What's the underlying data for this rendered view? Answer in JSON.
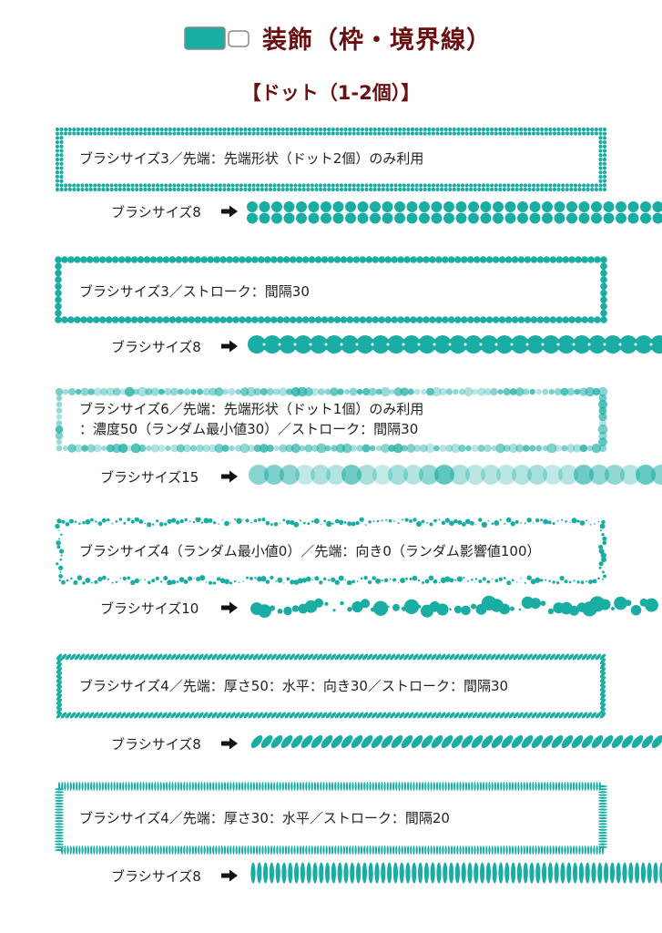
{
  "title": "装飾（枠・境界線）",
  "subtitle": "【ドット（1-2個）】",
  "colors": {
    "accent": "#1aada4",
    "title": "#6b1010"
  },
  "header_icon": "toggle-swatch-icon",
  "sections": [
    {
      "lines": [
        "ブラシサイズ3／先端：先端形状（ドット2個）のみ利用"
      ],
      "sample_label": "ブラシサイズ8"
    },
    {
      "lines": [
        "ブラシサイズ3／ストローク：間隔30"
      ],
      "sample_label": "ブラシサイズ8"
    },
    {
      "lines": [
        "ブラシサイズ6／先端：先端形状（ドット1個）のみ利用",
        "：濃度50（ランダム最小値30）／ストローク：間隔30"
      ],
      "sample_label": "ブラシサイズ15"
    },
    {
      "lines": [
        "ブラシサイズ4（ランダム最小値0）／先端：向き0（ランダム影響値100）"
      ],
      "sample_label": "ブラシサイズ10"
    },
    {
      "lines": [
        "ブラシサイズ4／先端：厚さ50：水平：向き30／ストローク：間隔30"
      ],
      "sample_label": "ブラシサイズ8"
    },
    {
      "lines": [
        "ブラシサイズ4／先端：厚さ30：水平／ストローク：間隔20"
      ],
      "sample_label": "ブラシサイズ8"
    }
  ]
}
